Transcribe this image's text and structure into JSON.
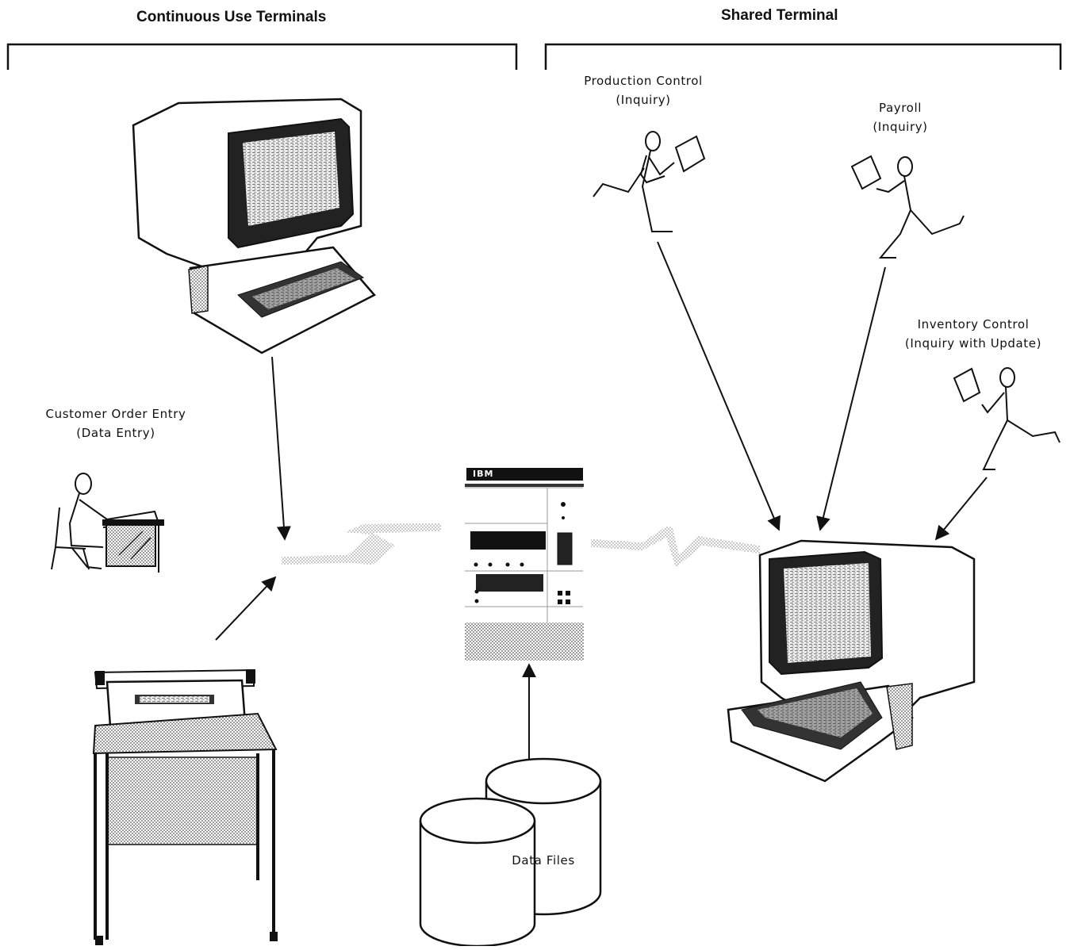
{
  "headers": {
    "continuous": "Continuous Use Terminals",
    "shared": "Shared Terminal"
  },
  "labels": {
    "order_entry": {
      "line1": "Customer Order Entry",
      "line2": "(Data Entry)"
    },
    "production": {
      "line1": "Production Control",
      "line2": "(Inquiry)"
    },
    "payroll": {
      "line1": "Payroll",
      "line2": "(Inquiry)"
    },
    "inventory": {
      "line1": "Inventory Control",
      "line2": "(Inquiry with Update)"
    },
    "data_files": "Data Files",
    "cpu_logo": "IBM"
  }
}
